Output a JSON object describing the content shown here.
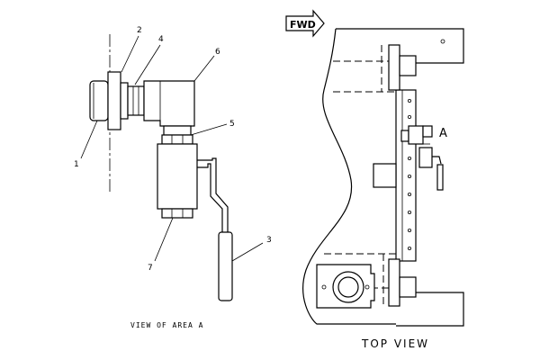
{
  "callouts": {
    "c1": "1",
    "c2": "2",
    "c3": "3",
    "c4": "4",
    "c5": "5",
    "c6": "6",
    "c7": "7"
  },
  "captions": {
    "view_of_area": "VIEW OF AREA A",
    "top_view": "TOP VIEW"
  },
  "labels": {
    "direction_arrow": "FWD",
    "area_marker": "A"
  },
  "icons": {
    "direction": "forward-arrow-icon"
  }
}
